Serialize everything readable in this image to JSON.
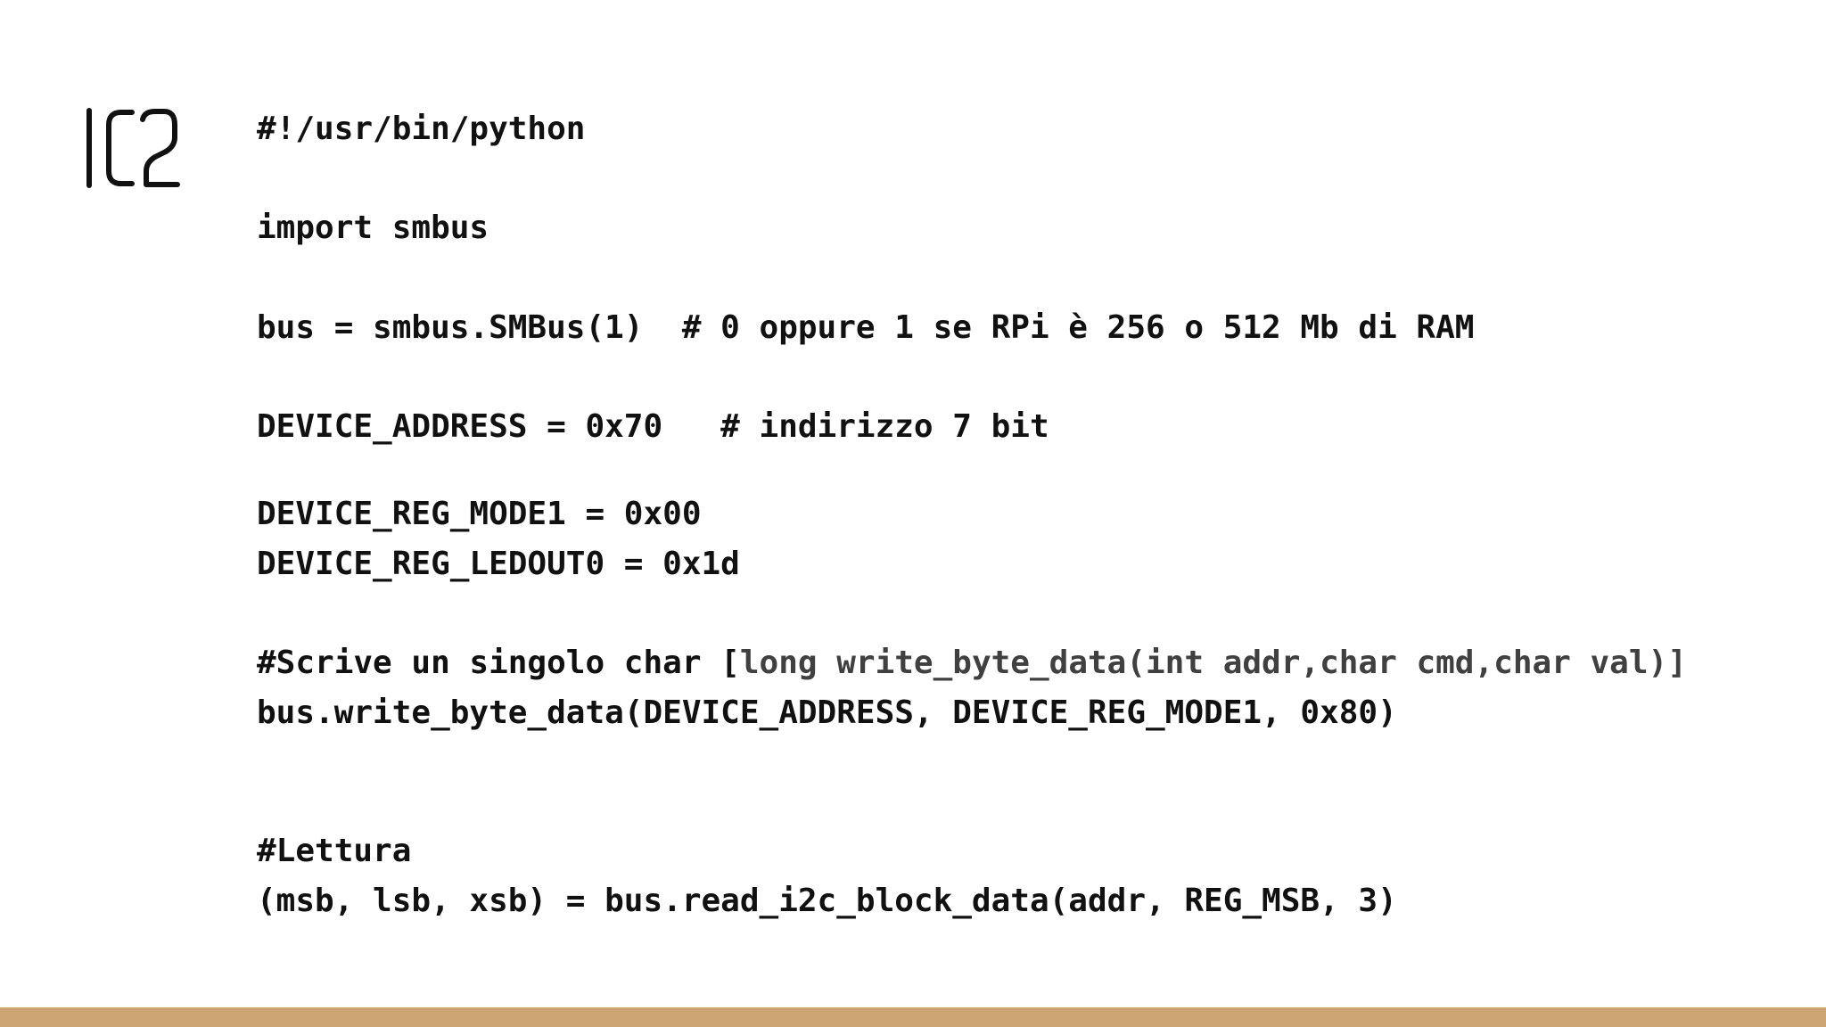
{
  "slide": {
    "title": "IC2",
    "colors": {
      "background": "#ffffff",
      "text": "#111111",
      "muted_text": "#404040",
      "accent_bar": "#CDA574"
    },
    "code": {
      "shebang": "#!/usr/bin/python",
      "import": "import smbus",
      "bus_init": "bus = smbus.SMBus(1)  # 0 oppure 1 se RPi è 256 o 512 Mb di RAM",
      "device_address": "DEVICE_ADDRESS = 0x70   # indirizzo 7 bit",
      "reg_mode1": "DEVICE_REG_MODE1 = 0x00",
      "reg_ledout0": "DEVICE_REG_LEDOUT0 = 0x1d",
      "write_comment_prefix": "#Scrive un singolo char [",
      "write_comment_signature": "long write_byte_data(int addr,char cmd,char val)]",
      "write_call": "bus.write_byte_data(DEVICE_ADDRESS, DEVICE_REG_MODE1, 0x80)",
      "read_comment": "#Lettura",
      "read_call": "(msb, lsb, xsb) = bus.read_i2c_block_data(addr, REG_MSB, 3)"
    }
  }
}
